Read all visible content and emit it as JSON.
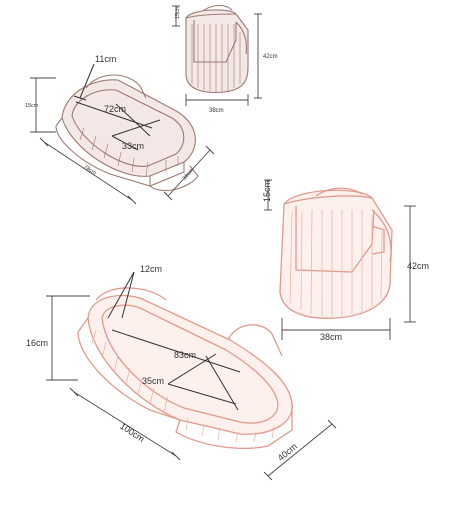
{
  "colors": {
    "top_outline": "#9c7a72",
    "bottom_outline": "#e29a8c",
    "dimension_lines": "#444444",
    "background": "#ffffff"
  },
  "small_bed": {
    "depth": "11cm",
    "inner_length": "72cm",
    "inner_width": "33cm",
    "height": "15cm",
    "length": "78cm",
    "width": "38cm"
  },
  "small_bag": {
    "depth": "15cm",
    "height": "42cm",
    "width": "38cm"
  },
  "large_bag": {
    "depth": "15cm",
    "height": "42cm",
    "width": "38cm"
  },
  "large_bed": {
    "depth": "12cm",
    "height": "16cm",
    "inner_length": "83cm",
    "inner_width": "35cm",
    "length": "100cm",
    "width": "40cm"
  }
}
